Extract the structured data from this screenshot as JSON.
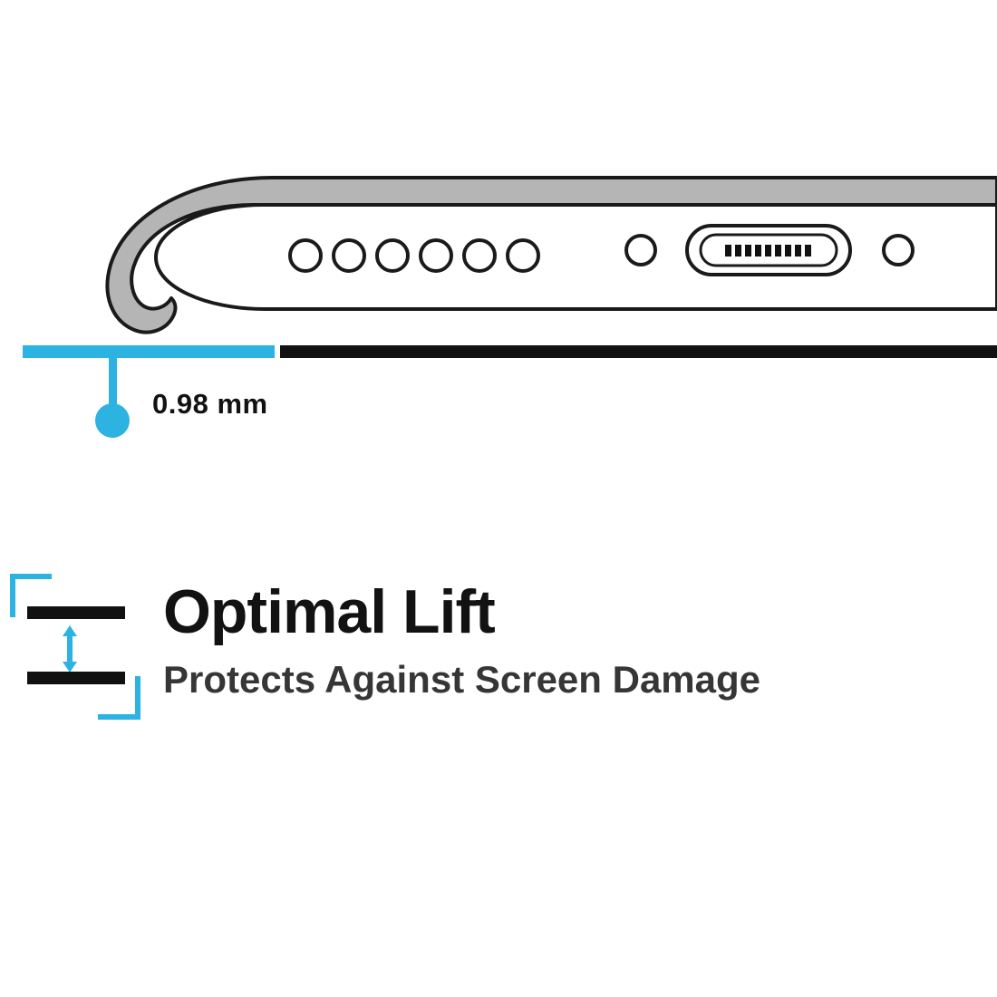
{
  "colors": {
    "accent": "#2cb3e2",
    "outline": "#1a1a1a",
    "case_gray": "#b5b5b5",
    "bar_black": "#111111",
    "title_text": "#121212",
    "subtitle_text": "#363636",
    "white": "#ffffff"
  },
  "measurement": {
    "label": "0.98 mm"
  },
  "feature": {
    "title": "Optimal Lift",
    "subtitle": "Protects Against Screen Damage"
  }
}
